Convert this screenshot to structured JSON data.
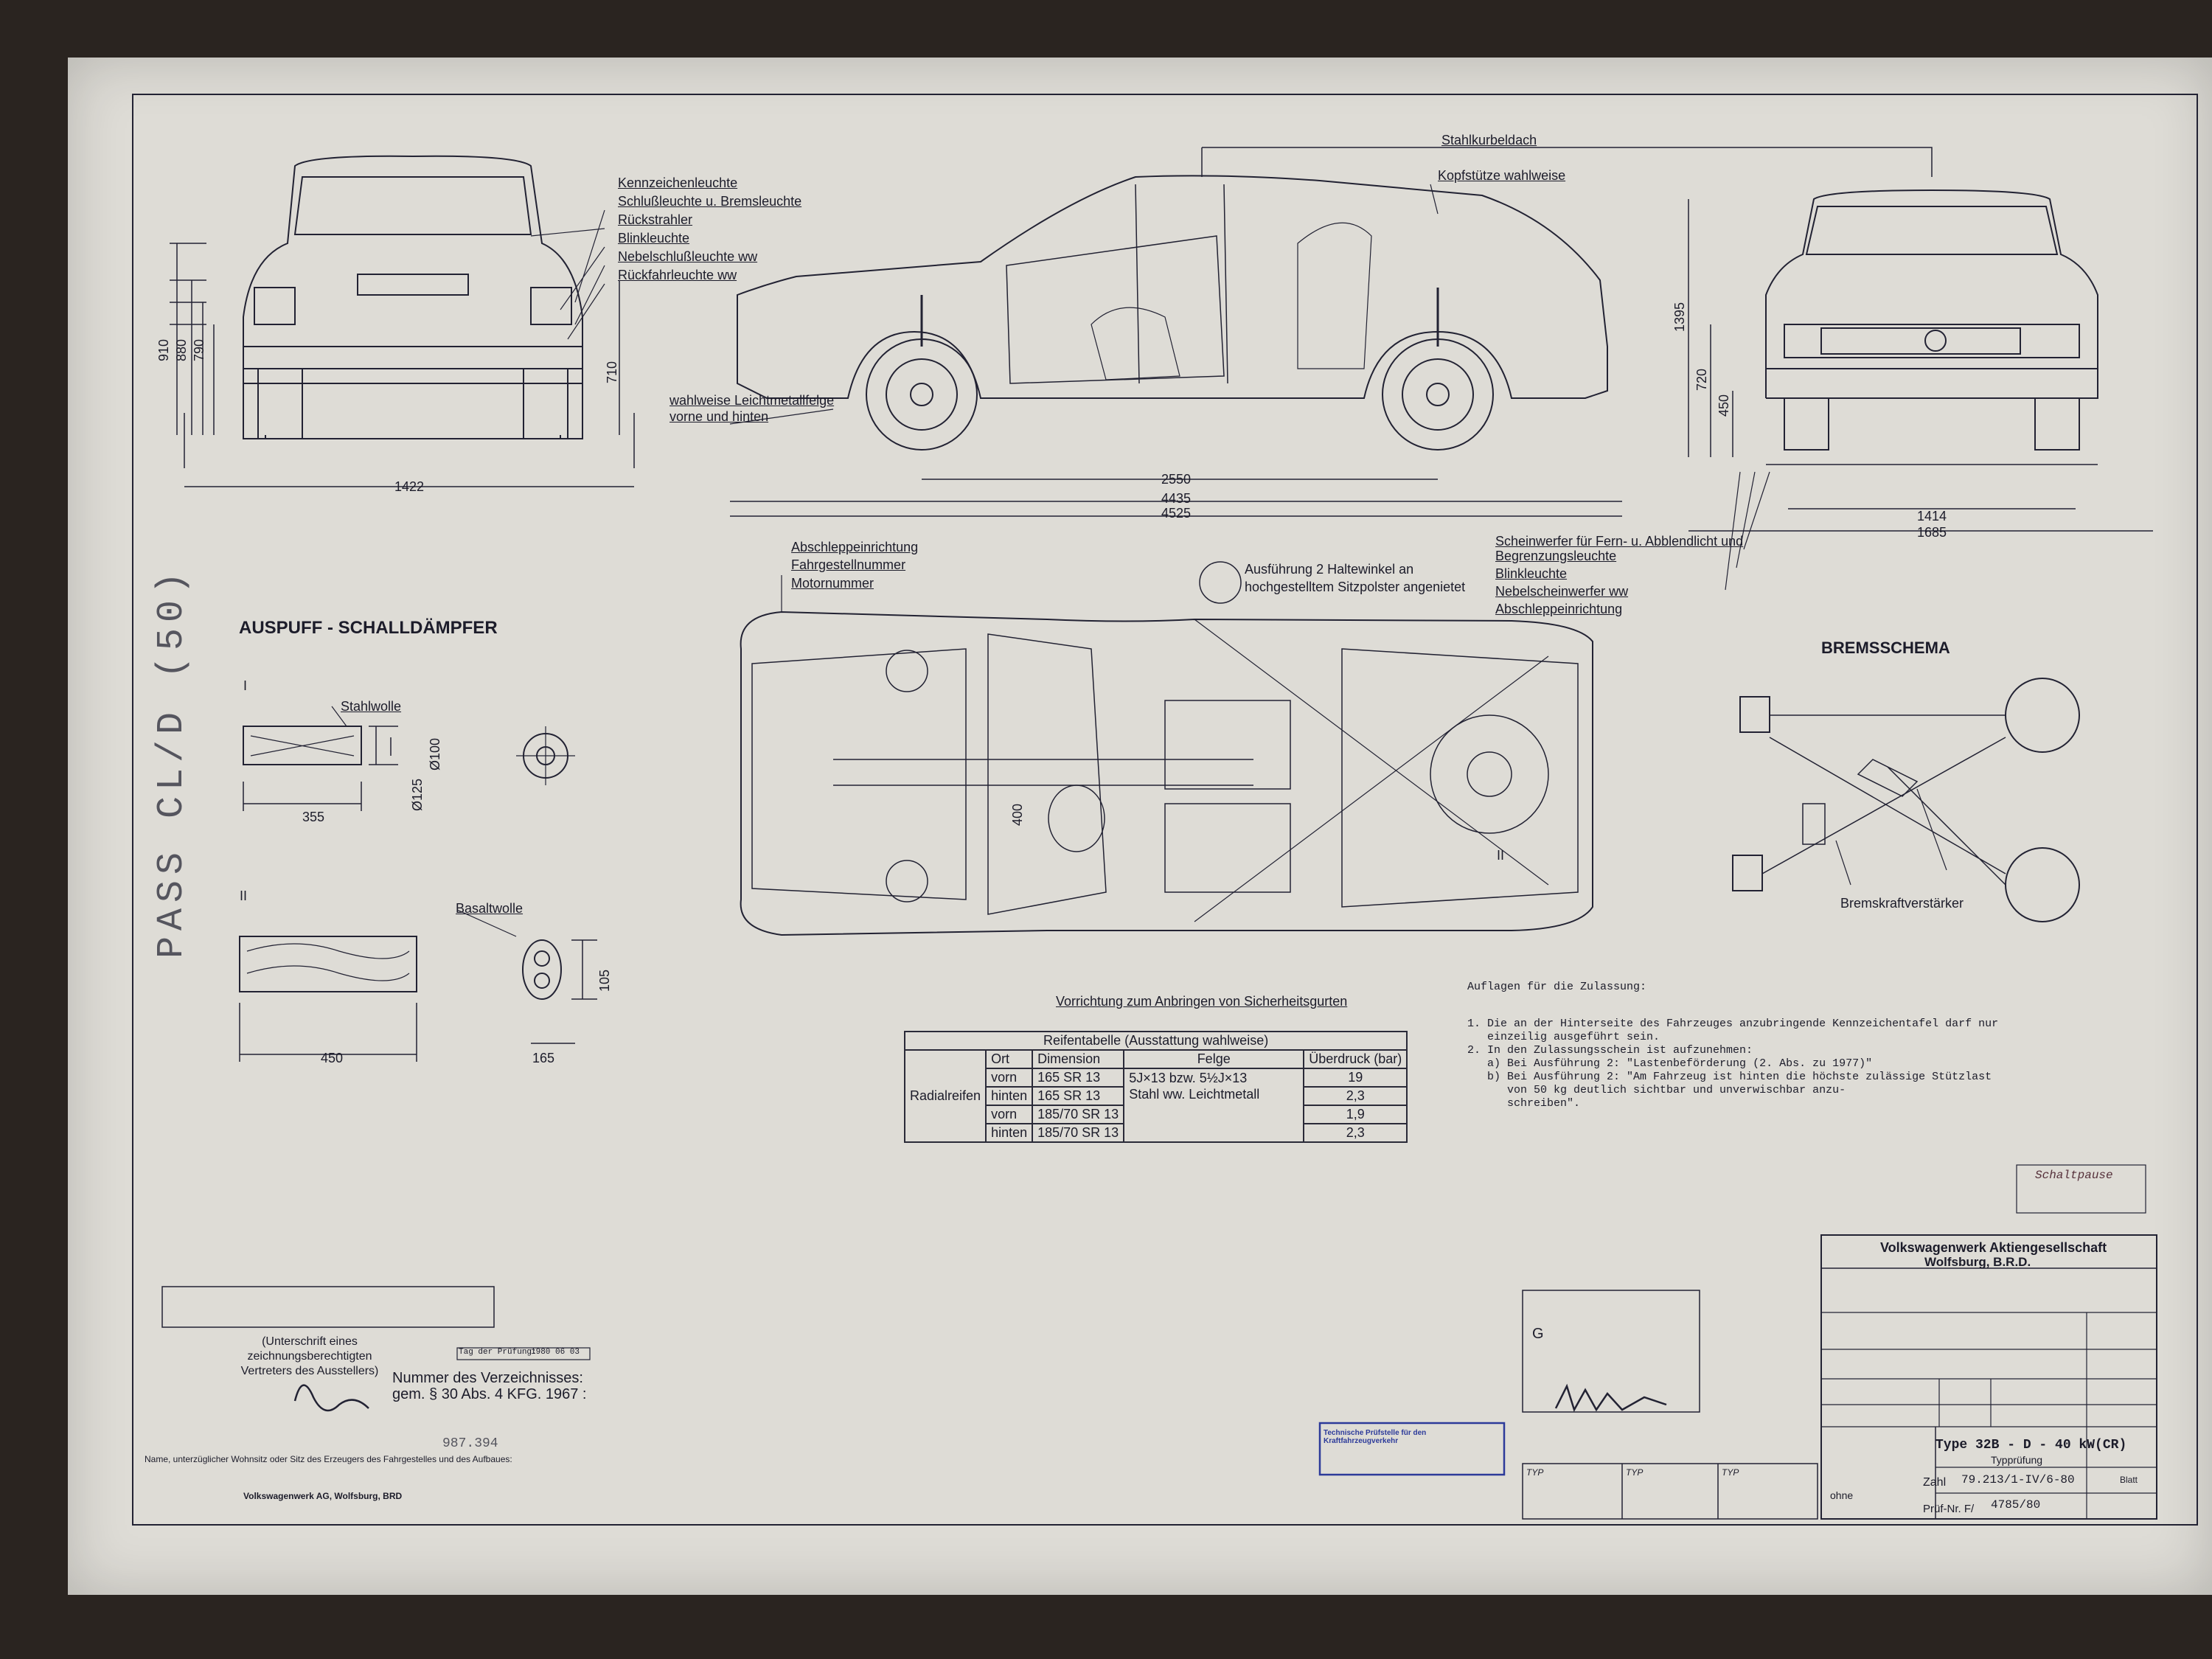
{
  "sheet": {
    "vertical_title": "PASS CL/D (50)",
    "exhaust_title": "AUSPUFF - SCHALLDÄMPFER",
    "brake_title": "BREMSSCHEMA"
  },
  "rear_view": {
    "labels": [
      "Kennzeichenleuchte",
      "Schlußleuchte u. Bremsleuchte",
      "Rückstrahler",
      "Blinkleuchte",
      "Nebelschlußleuchte ww",
      "Rückfahrleuchte ww"
    ],
    "dims": {
      "width": "1422",
      "h1": "710",
      "d1": "910",
      "d2": "880",
      "d3": "790"
    }
  },
  "side_view": {
    "roof_label": "Stahlkurbeldach",
    "headrest_label": "Kopfstütze wahlweise",
    "wheel_label": "wahlweise Leichtmetallfelge vorne und hinten",
    "dims": {
      "wheelbase": "2550",
      "d2": "4435",
      "d3": "4525"
    }
  },
  "front_view": {
    "labels": [
      "Scheinwerfer für Fern- u. Abblendlicht und Begrenzungsleuchte",
      "Blinkleuchte",
      "Nebelscheinwerfer ww",
      "Abschleppeinrichtung"
    ],
    "dims": {
      "height": "1395",
      "d1": "720",
      "d2": "450",
      "track": "1414",
      "width": "1685"
    }
  },
  "top_view": {
    "labels": [
      "Abschleppeinrichtung",
      "Fahrgestellnummer",
      "Motornummer"
    ],
    "seat_label": "Ausführung 2 Haltewinkel an hochgestelltem Sitzpolster angenietet",
    "belt_label": "Vorrichtung zum Anbringen von Sicherheitsgurten",
    "dims": {
      "d400": "400",
      "roman2": "II"
    }
  },
  "exhaust": {
    "roman1": "I",
    "roman2": "II",
    "label1": "Stahlwolle",
    "label2": "Basaltwolle",
    "dims": {
      "len1": "355",
      "dia1": "Ø125",
      "dia1b": "Ø100",
      "len2": "450",
      "w2": "165",
      "h2": "105"
    }
  },
  "brake": {
    "booster_label": "Bremskraftverstärker"
  },
  "tire_table": {
    "title": "Reifentabelle (Ausstattung wahlweise)",
    "headers": [
      "Ort",
      "Dimension",
      "Felge",
      "Überdruck (bar)"
    ],
    "row_group": "Radialreifen",
    "rows": [
      {
        "ort": "vorn",
        "dim": "165 SR 13",
        "bar": "19"
      },
      {
        "ort": "hinten",
        "dim": "165 SR 13",
        "bar": "2,3"
      },
      {
        "ort": "vorn",
        "dim": "185/70 SR 13",
        "bar": "1,9"
      },
      {
        "ort": "hinten",
        "dim": "185/70 SR 13",
        "bar": "2,3"
      }
    ],
    "rim_line1": "5J×13 bzw. 5½J×13",
    "rim_line2": "Stahl ww. Leichtmetall"
  },
  "approval_notes": {
    "title": "Auflagen für die Zulassung:",
    "lines": [
      "1. Die an der Hinterseite des Fahrzeuges anzubringende Kennzeichentafel darf nur",
      "   einzeilig ausgeführt sein.",
      "2. In den Zulassungsschein ist aufzunehmen:",
      "   a) Bei Ausführung 2: \"Lastenbeförderung (2. Abs. zu 1977)\"",
      "   b) Bei Ausführung 2: \"Am Fahrzeug ist hinten die höchste zulässige Stützlast",
      "      von 50 kg deutlich sichtbar und unverwischbar anzu-",
      "      schreiben\"."
    ]
  },
  "bottom_left": {
    "sig_caption": "(Unterschrift eines zeichnungsberechtigten Vertreters des Ausstellers)",
    "register_label": "Nummer des Verzeichnisses: gem. § 30 Abs. 4 KFG. 1967 :",
    "register_number": "987.394",
    "producer_caption": "Name, unterzüglicher Wohnsitz oder Sitz des Erzeugers des Fahrgestelles und des Aufbaues:",
    "producer": "Volkswagenwerk AG, Wolfsburg, BRD",
    "date_label": "Tag der Prüfung:",
    "date_value": "1980 06 03"
  },
  "title_block": {
    "company": "Volkswagenwerk Aktiengesellschaft",
    "city": "Wolfsburg, B.R.D.",
    "type_line": "Type 32B - D - 40 kW(CR)",
    "type_sub": "Typprüfung",
    "zahl_label": "Zahl",
    "zahl_value": "79.213/1-IV/6-80",
    "pruef_label": "Prüf-Nr. F/",
    "pruef_value": "4785/80",
    "ohne": "ohne",
    "blatt": "Blatt",
    "typ_cells": [
      "TYP",
      "TYP",
      "TYP"
    ]
  },
  "stamps": {
    "approval_note": "Schaltpause",
    "g_letter": "G",
    "tech_stamp": "Technische Prüfstelle für den Kraftfahrzeugverkehr"
  },
  "colors": {
    "paper": "#dedcd6",
    "ink": "#1c1c2a",
    "stamp": "#2c3a9a",
    "background": "#2a2420"
  }
}
